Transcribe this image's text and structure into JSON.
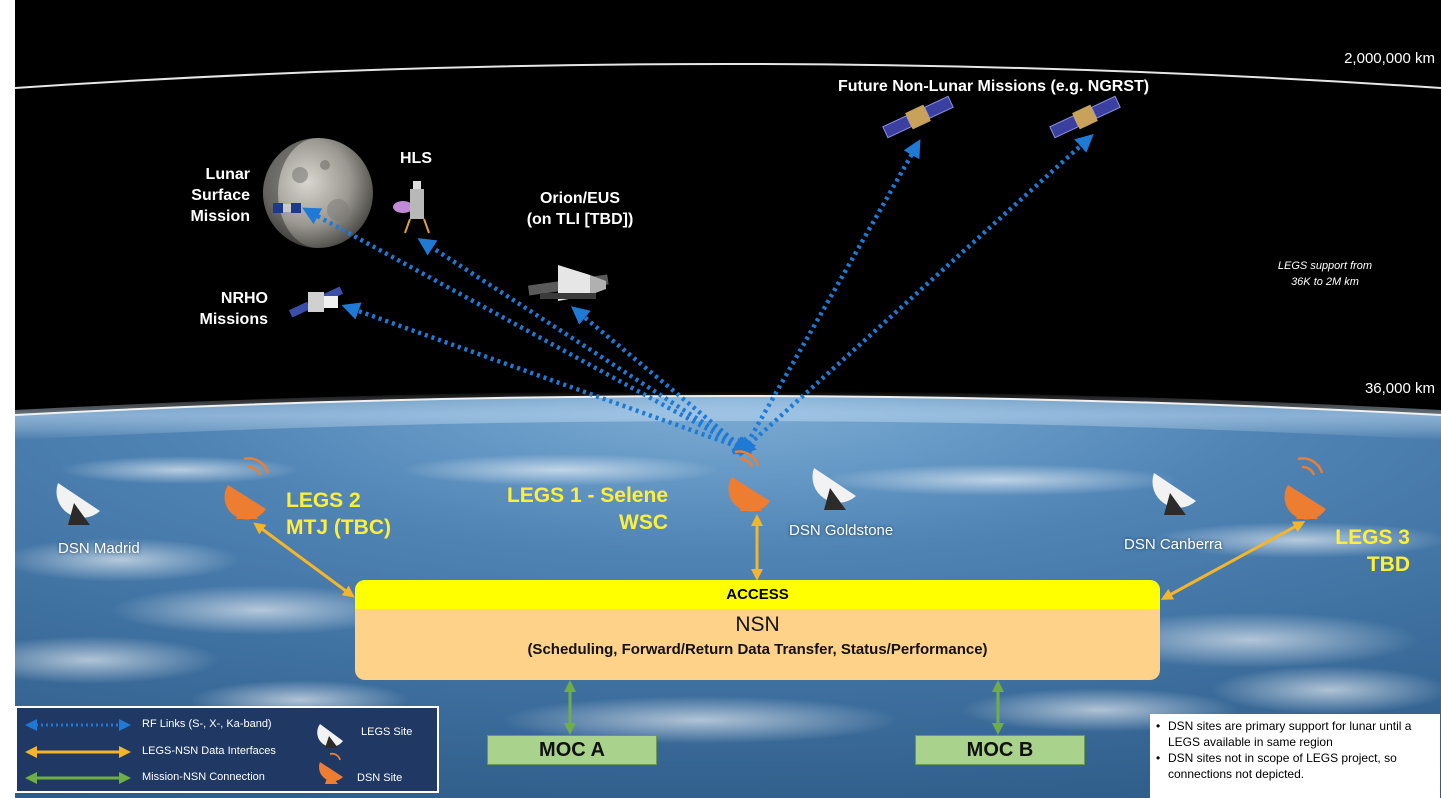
{
  "altitudes": {
    "outer": "2,000,000 km",
    "inner": "36,000 km"
  },
  "support_note": [
    "LEGS support from",
    "36K to 2M km"
  ],
  "missions": {
    "future": "Future Non-Lunar Missions (e.g. NGRST)",
    "lunar_surface": [
      "Lunar",
      "Surface",
      "Mission"
    ],
    "hls": "HLS",
    "orion": [
      "Orion/EUS",
      "(on TLI [TBD])"
    ],
    "nrho": [
      "NRHO",
      "Missions"
    ]
  },
  "legs_sites": {
    "legs1": [
      "LEGS 1 - Selene",
      "WSC"
    ],
    "legs2": [
      "LEGS 2",
      "MTJ (TBC)"
    ],
    "legs3": [
      "LEGS 3",
      "TBD"
    ]
  },
  "dsn_sites": {
    "madrid": "DSN Madrid",
    "goldstone": "DSN Goldstone",
    "canberra": "DSN Canberra"
  },
  "nsn": {
    "access": "ACCESS",
    "title": "NSN",
    "subtitle": "(Scheduling, Forward/Return Data Transfer, Status/Performance)"
  },
  "mocs": {
    "a": "MOC A",
    "b": "MOC B"
  },
  "legend": {
    "rf": "RF Links (S-, X-, Ka-band)",
    "legs_nsn": "LEGS-NSN Data Interfaces",
    "mission_nsn": "Mission-NSN Connection",
    "legs_site": "LEGS Site",
    "dsn_site": "DSN Site"
  },
  "notes": [
    "DSN sites are primary support for lunar until a LEGS available in same region",
    "DSN sites not in scope of LEGS project, so connections not depicted."
  ],
  "colors": {
    "rf_link": "#1f7ad6",
    "legs_nsn": "#f4b52a",
    "mission_nsn": "#6fae47",
    "access": "#ffff00",
    "nsn_box": "#ffd28a",
    "legs_label": "#ffef3a",
    "legs_dish": "#ed7d31",
    "legend_bg": "#1f3864"
  }
}
